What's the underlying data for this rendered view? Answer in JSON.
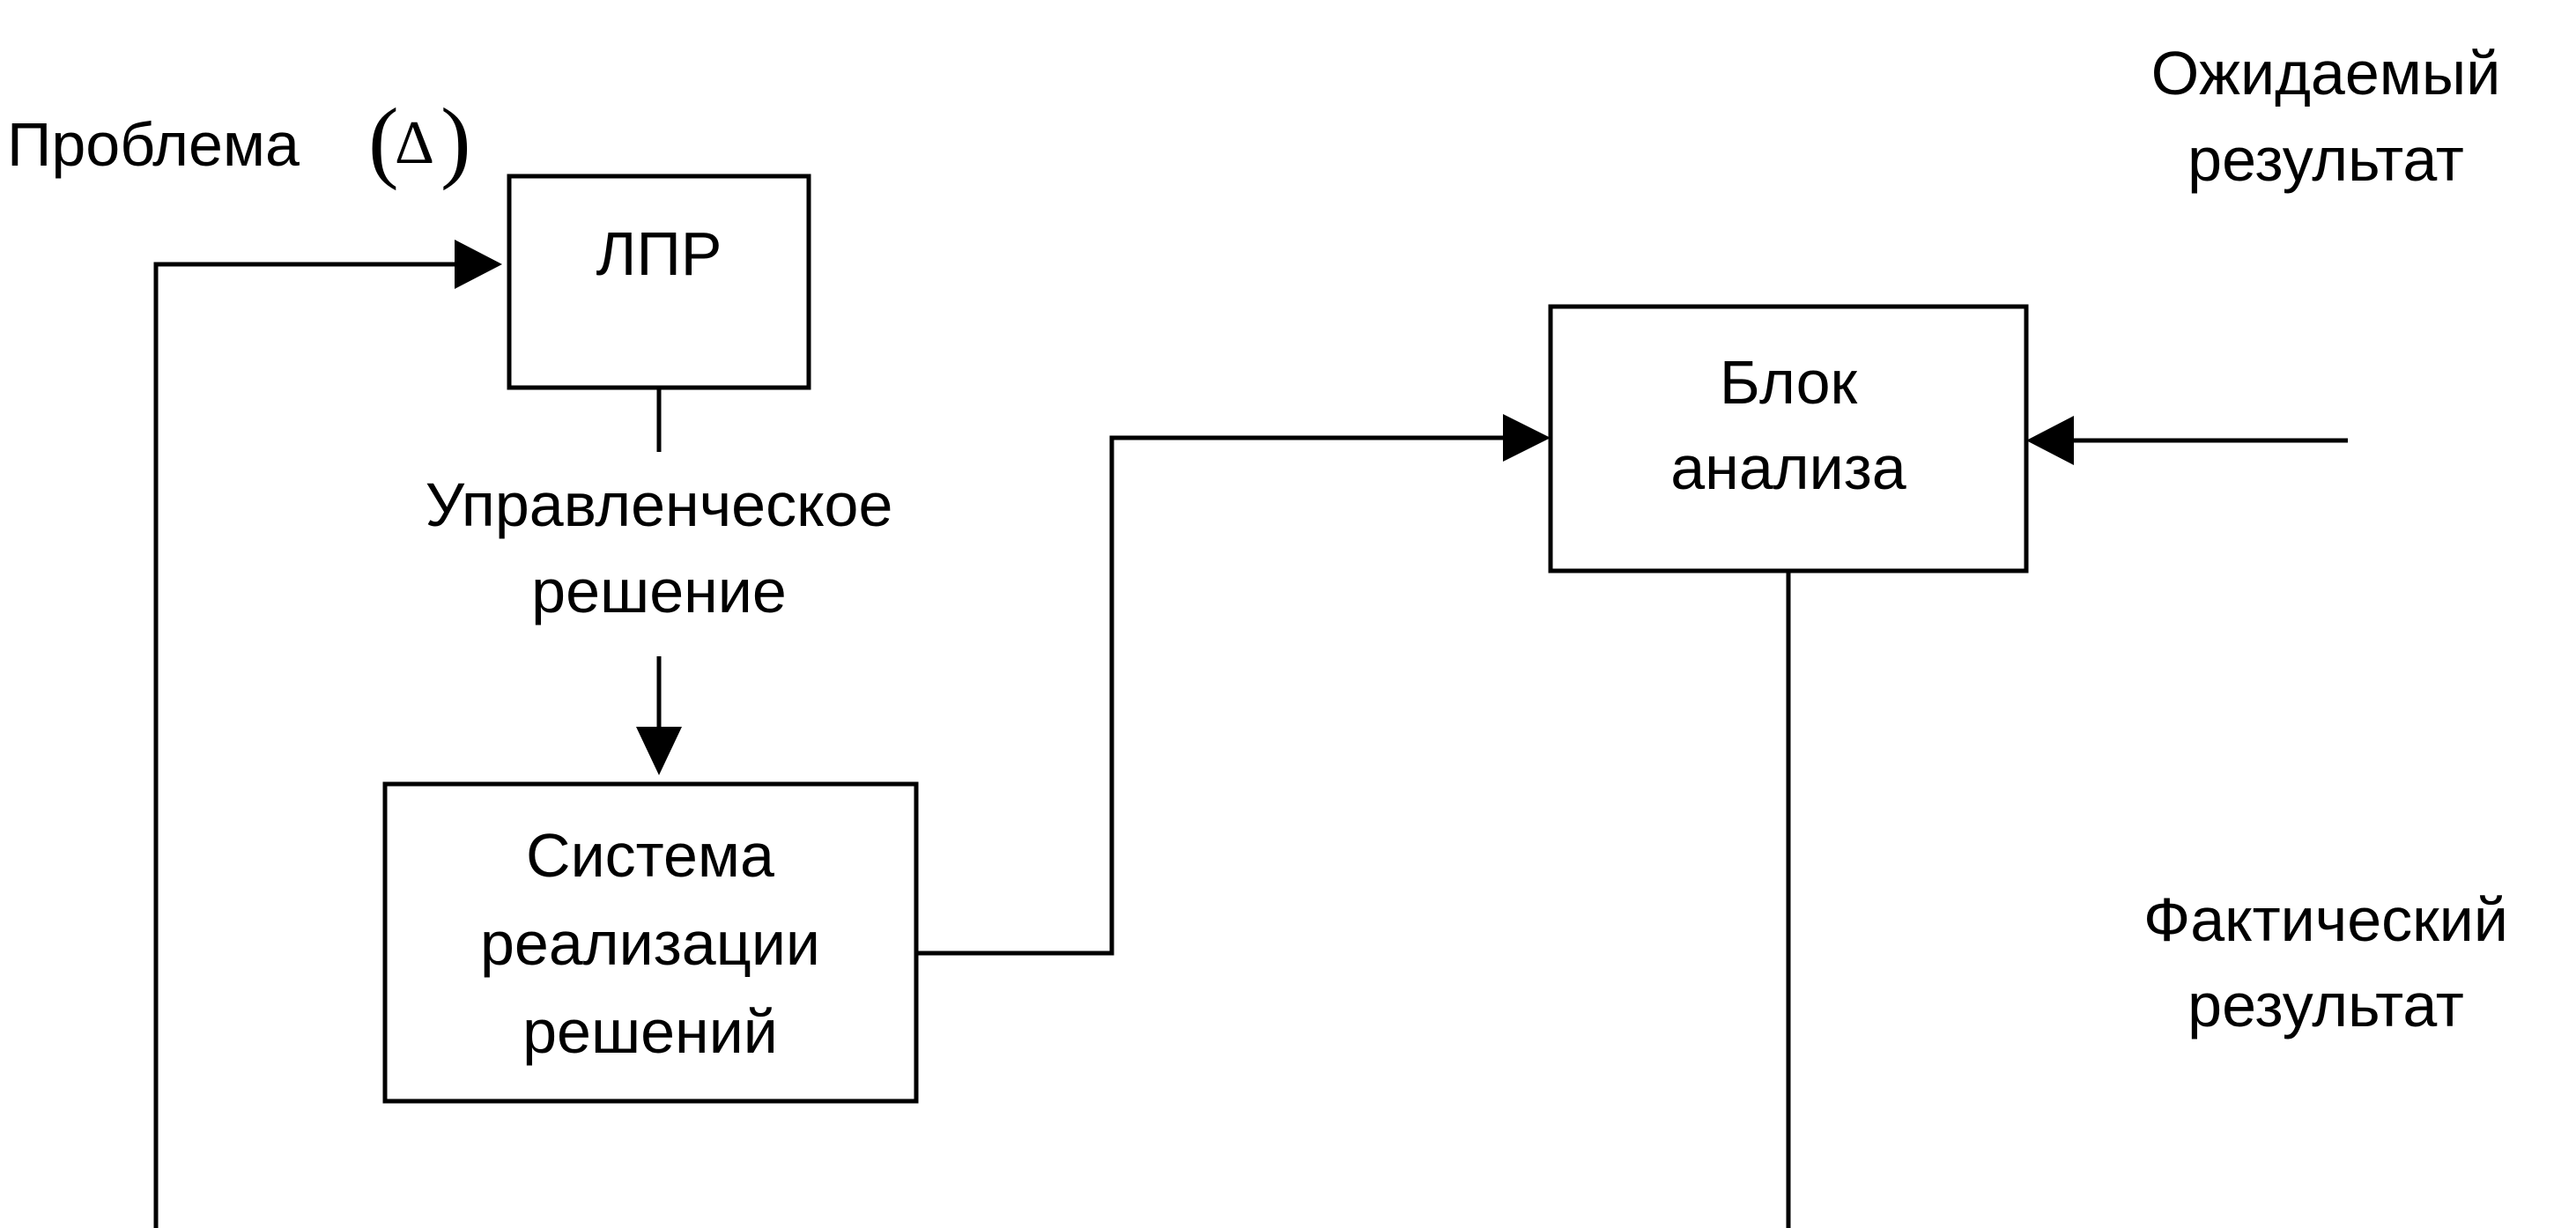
{
  "problem": {
    "label": "Проблема",
    "paren_open": "(",
    "symbol": "Δ",
    "paren_close": ")"
  },
  "lpr": {
    "label": "ЛПР"
  },
  "decision": {
    "line1": "Управленческое",
    "line2": "решение"
  },
  "implementation": {
    "line1": "Система",
    "line2": "реализации",
    "line3": "решений"
  },
  "analysis": {
    "line1": "Блок",
    "line2": "анализа"
  },
  "expected": {
    "line1": "Ожидаемый",
    "line2": "результат"
  },
  "actual": {
    "line1": "Фактический",
    "line2": "результат"
  }
}
